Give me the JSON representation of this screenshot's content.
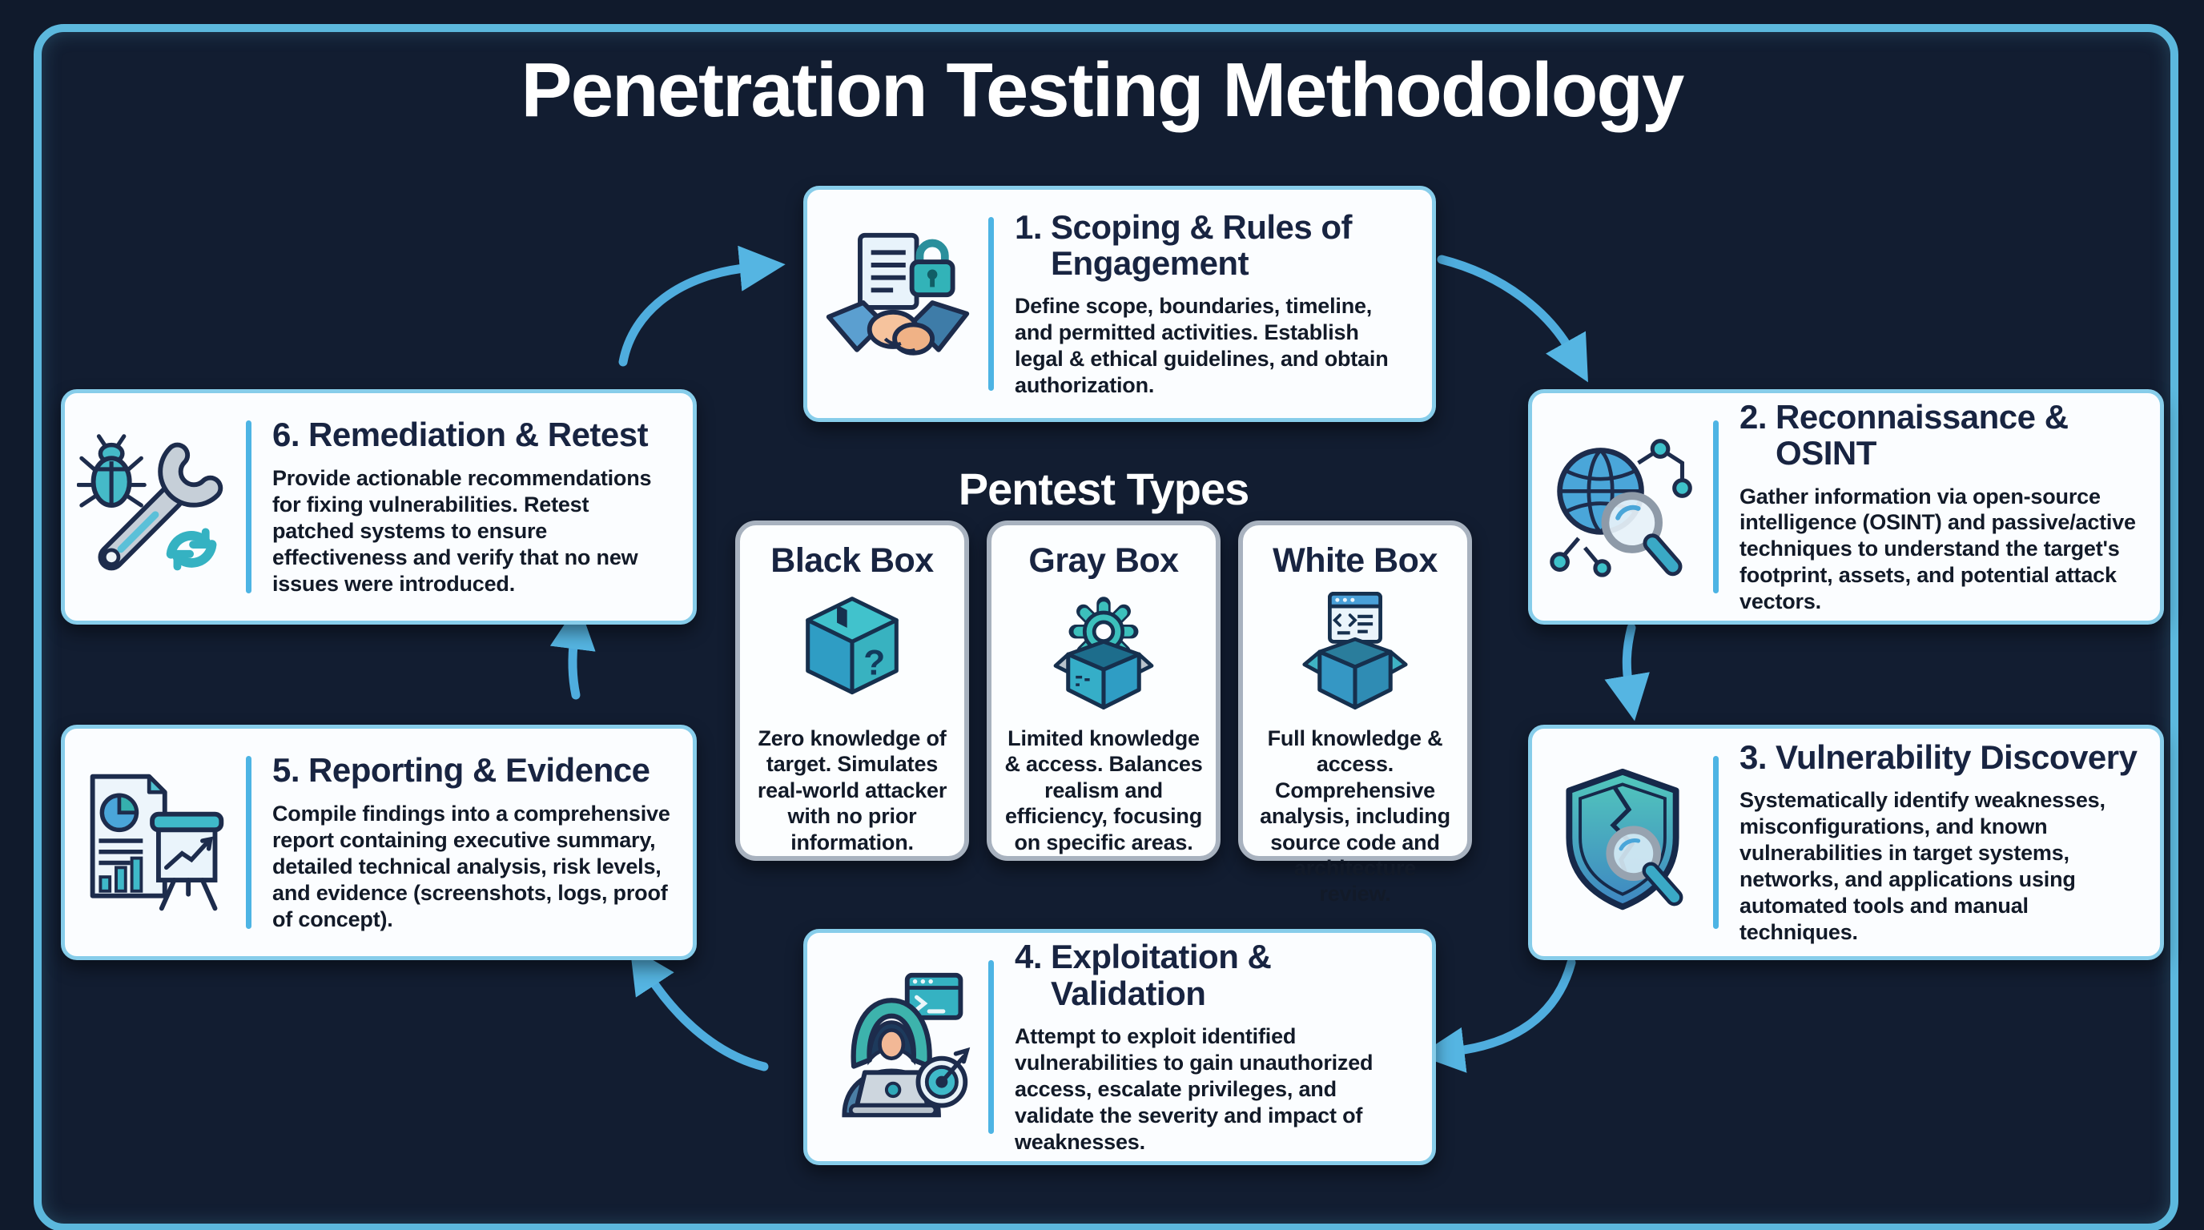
{
  "title": "Penetration Testing Methodology",
  "steps": [
    {
      "num": "1.",
      "title": "Scoping & Rules of Engagement",
      "description": "Define scope, boundaries, timeline, and permitted activities. Establish legal & ethical guidelines, and obtain authorization.",
      "icon": "handshake-contract-lock-icon"
    },
    {
      "num": "2.",
      "title": "Reconnaissance & OSINT",
      "description": "Gather information via open-source intelligence (OSINT) and passive/active techniques to understand the target's footprint, assets, and potential attack vectors.",
      "icon": "globe-magnifier-network-icon"
    },
    {
      "num": "3.",
      "title": "Vulnerability Discovery",
      "description": "Systematically identify weaknesses, misconfigurations, and known vulnerabilities in target systems, networks, and applications using automated tools and manual techniques.",
      "icon": "cracked-shield-magnifier-icon"
    },
    {
      "num": "4.",
      "title": "Exploitation & Validation",
      "description": "Attempt to exploit identified vulnerabilities to gain unauthorized access, escalate privileges, and validate the severity and impact of weaknesses.",
      "icon": "hacker-laptop-target-icon"
    },
    {
      "num": "5.",
      "title": "Reporting & Evidence",
      "description": "Compile findings into a comprehensive report containing executive summary, detailed technical analysis, risk levels, and evidence (screenshots, logs, proof of concept).",
      "icon": "report-charts-presentation-icon"
    },
    {
      "num": "6.",
      "title": "Remediation & Retest",
      "description": "Provide actionable recommendations for fixing vulnerabilities. Retest patched systems to ensure effectiveness and verify that no new issues were introduced.",
      "icon": "bug-wrench-refresh-icon"
    }
  ],
  "pentest": {
    "heading": "Pentest Types",
    "types": [
      {
        "title": "Black Box",
        "description": "Zero knowledge of target. Simulates real-world attacker with no prior information.",
        "icon": "closed-box-question-icon"
      },
      {
        "title": "Gray Box",
        "description": "Limited knowledge & access. Balances realism and efficiency, focusing on specific areas.",
        "icon": "open-box-gear-icon"
      },
      {
        "title": "White Box",
        "description": "Full knowledge & access. Comprehensive analysis, including source code and architecture review.",
        "icon": "open-box-code-window-icon"
      }
    ]
  },
  "colors": {
    "background": "#101a2c",
    "frame_border": "#5cb8dd",
    "card_background": "#fbfdff",
    "card_border": "#87cdea",
    "ptype_border": "#a8b2bf",
    "divider": "#4db4e4",
    "arrow": "#4fadde",
    "title_text": "#ffffff",
    "heading_text": "#182441",
    "body_text": "#121a28",
    "icon_teal": "#3fbdc6",
    "icon_blue": "#4aa6d9"
  }
}
